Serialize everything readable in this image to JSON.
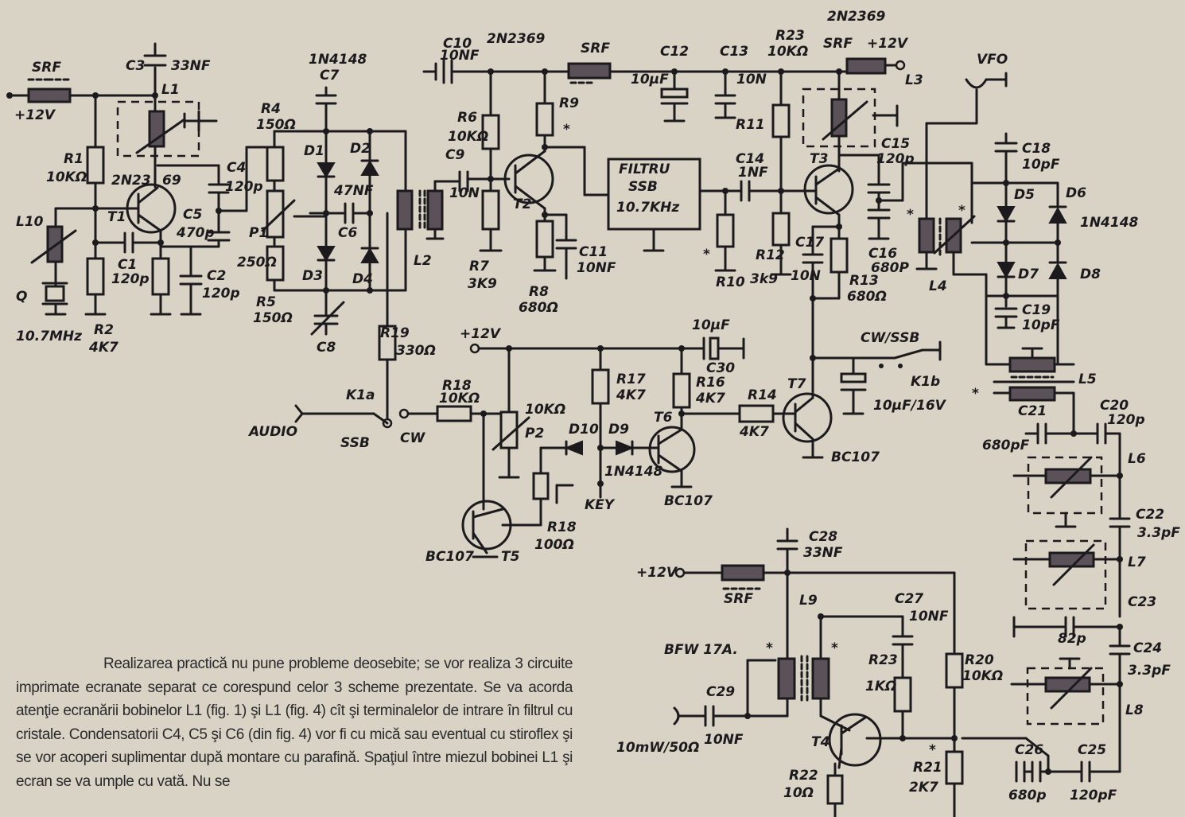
{
  "schematic": {
    "labels": {
      "srf1": "SRF",
      "v12_1": "+12V",
      "c3": "C3",
      "c3_val": "33NF",
      "l1": "L1",
      "r1": "R1",
      "r1_val": "10KΩ",
      "t1_type": "2N23",
      "t1_type2": "69",
      "t1": "T1",
      "c4": "C4",
      "c4_val": "120p",
      "c5": "C5",
      "c5_val": "470p",
      "l10": "L10",
      "q": "Q",
      "q_val": "10.7MHz",
      "c1": "C1",
      "c1_val": "120p",
      "c2": "C2",
      "c2_val": "120p",
      "r2": "R2",
      "r2_val": "4K7",
      "diode_type1": "1N4148",
      "c7": "C7",
      "r4": "R4",
      "r4_val": "150Ω",
      "d1": "D1",
      "d2": "D2",
      "c6_val": "47NF",
      "c6": "C6",
      "p1": "P1",
      "p1_val": "250Ω",
      "d3": "D3",
      "d4": "D4",
      "r5": "R5",
      "r5_val": "150Ω",
      "c8": "C8",
      "l2": "L2",
      "c10": "C10",
      "c10_val": "10NF",
      "t2_type": "2N2369",
      "srf2": "SRF",
      "r9": "R9",
      "r6": "R6",
      "r6_val": "10KΩ",
      "c9": "C9",
      "c9_val": "10N",
      "t2": "T2",
      "r7": "R7",
      "r7_val": "3K9",
      "r8": "R8",
      "r8_val": "680Ω",
      "c11": "C11",
      "c11_val": "10NF",
      "c12": "C12",
      "c12_val": "10µF",
      "filter_1": "FILTRU",
      "filter_2": "SSB",
      "filter_3": "10.7KHz",
      "c13": "C13",
      "c13_val": "10N",
      "r11": "R11",
      "c14": "C14",
      "c14_val": "1NF",
      "r10": "R10",
      "star": "*",
      "t3_type": "2N2369",
      "r23_top": "R23",
      "r23_top_val": "10KΩ",
      "srf3": "SRF",
      "v12_2": "+12V",
      "l3": "L3",
      "t3": "T3",
      "c15": "C15",
      "c15_val": "120p",
      "c16": "C16",
      "c16_val": "680P",
      "r12": "R12",
      "r12_val": "3k9",
      "c17": "C17",
      "c17_val": "10N",
      "r13": "R13",
      "r13_val": "680Ω",
      "vfo": "VFO",
      "c18": "C18",
      "c18_val": "10pF",
      "d5": "D5",
      "d6": "D6",
      "diode_type2": "1N4148",
      "d7": "D7",
      "d8": "D8",
      "l4": "L4",
      "c19": "C19",
      "c19_val": "10pF",
      "l5": "L5",
      "r19": "R19",
      "r19_val": "330Ω",
      "v12_3": "+12V",
      "c30_val": "10µF",
      "c30": "C30",
      "cw_ssb": "CW/SSB",
      "k1b": "K1b",
      "t7": "T7",
      "c30b_val": "10µF/16V",
      "t7_type": "BC107",
      "audio": "AUDIO",
      "k1a": "K1a",
      "ssb": "SSB",
      "cw": "CW",
      "r18a": "R18",
      "r18a_val": "10KΩ",
      "p2_val": "10KΩ",
      "p2": "P2",
      "d10": "D10",
      "d9": "D9",
      "r17": "R17",
      "r17_val": "4K7",
      "r16": "R16",
      "r16_val": "4K7",
      "t6": "T6",
      "r14": "R14",
      "r14_val": "4K7",
      "diode_type3": "1N4148",
      "t6_type": "BC107",
      "key": "KEY",
      "r18b": "R18",
      "r18b_val": "100Ω",
      "t5_type": "BC107",
      "t5": "T5",
      "c21": "C21",
      "c21_val": "680pF",
      "c20": "C20",
      "c20_val": "120p",
      "l6": "L6",
      "c22": "C22",
      "c22_val": "3.3pF",
      "l7": "L7",
      "c23": "C23",
      "c23_val": "82p",
      "c24": "C24",
      "c24_val": "3.3pF",
      "l8": "L8",
      "c25": "C25",
      "c25_val": "120pF",
      "c26": "C26",
      "c26_val": "680p",
      "c28": "C28",
      "c28_val": "33NF",
      "v12_4": "+12V",
      "srf4": "SRF",
      "l9": "L9",
      "c27": "C27",
      "c27_val": "10NF",
      "bfw": "BFW 17A.",
      "r23b": "R23",
      "r23b_val": "1KΩ",
      "r20": "R20",
      "r20_val": "10KΩ",
      "c29": "C29",
      "c29_val": "10NF",
      "t4": "T4",
      "out": "10mW/50Ω",
      "r22": "R22",
      "r22_val": "10Ω",
      "r21": "R21",
      "r21_val": "2K7"
    }
  },
  "text": {
    "paragraph": "Realizarea practică nu pune probleme deosebite; se vor realiza 3 circuite imprimate ecranate separat ce corespund celor 3 scheme prezentate. Se va acorda atenţie ecranării bobinelor L1 (fig. 1) şi L1 (fig. 4) cît şi terminalelor de intrare în filtrul cu cristale. Condensatorii C4, C5 şi C6 (din fig. 4) vor fi cu mică sau eventual cu stiroflex şi se vor acoperi suplimentar după montare cu parafină. Spaţiul între miezul bobinei L1 şi ecran se va umple cu vată. Nu se"
  }
}
